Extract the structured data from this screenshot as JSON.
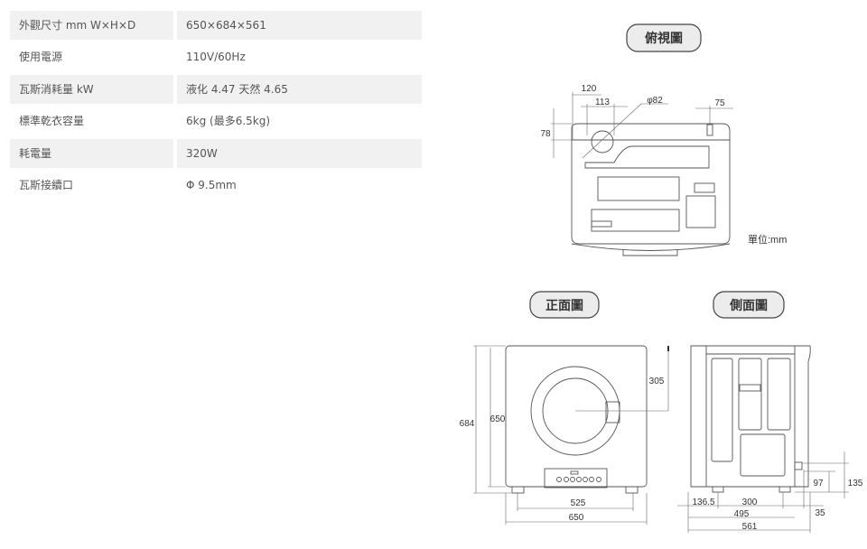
{
  "specs": [
    {
      "label": "外觀尺寸 mm W×H×D",
      "value": "650×684×561"
    },
    {
      "label": "使用電源",
      "value": "110V/60Hz"
    },
    {
      "label": "瓦斯消耗量 kW",
      "value": "液化 4.47 天然 4.65"
    },
    {
      "label": "標準乾衣容量",
      "value": "6kg (最多6.5kg)"
    },
    {
      "label": "耗電量",
      "value": "320W"
    },
    {
      "label": "瓦斯接續口",
      "value": "Φ 9.5mm"
    }
  ],
  "top_view": {
    "title": "俯視圖",
    "dims": {
      "w120": "120",
      "w113": "113",
      "phi": "φ82",
      "w75": "75",
      "h78": "78"
    },
    "unit": "單位:mm"
  },
  "front_view": {
    "title": "正面圖",
    "dims": {
      "h684": "684",
      "h650": "650",
      "h305": "305",
      "w525": "525",
      "w650": "650"
    }
  },
  "side_view": {
    "title": "側面圖",
    "dims": {
      "d1365": "136.5",
      "d300": "300",
      "d495": "495",
      "d561": "561",
      "d35": "35",
      "h97": "97",
      "h135": "135"
    }
  }
}
